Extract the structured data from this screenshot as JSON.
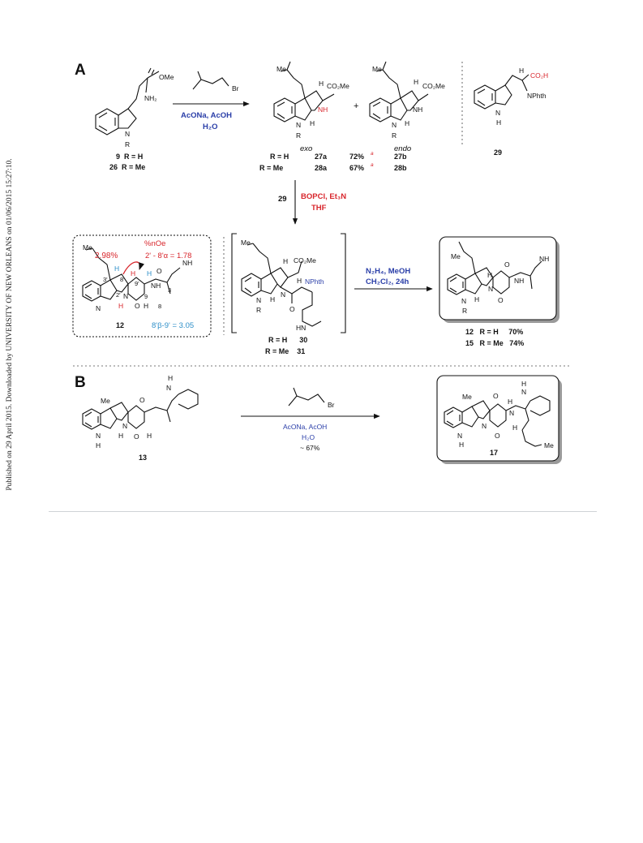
{
  "sidebar_note": "Published on 29 April 2015. Downloaded by UNIVERSITY OF NEW ORLEANS on 01/06/2015 15:27:10.",
  "colors": {
    "red": "#d8262c",
    "blue": "#2a3ea8",
    "cyan": "#2e8fc8",
    "ink": "#111111",
    "divider": "#999999"
  },
  "panel_a": {
    "letter": "A",
    "reagent1": {
      "line1": "AcONa, AcOH",
      "line2": "H₂O",
      "atom": "Br"
    },
    "sm": {
      "ester": "OMe",
      "amine": "NH₂",
      "nr": "N",
      "r": "R"
    },
    "labels": {
      "c9": "9  R = H",
      "c26": "26  R = Me"
    },
    "exo": {
      "me": "Me",
      "co2me": "CO₂Me",
      "h": "H",
      "nh": "NH",
      "n": "N",
      "h2": "H",
      "r": "R",
      "caption": "exo"
    },
    "plus": "+",
    "endo": {
      "me": "Me",
      "h": "H",
      "co2me": "CO₂Me",
      "nh": "NH",
      "n": "N",
      "h2": "H",
      "r": "R",
      "caption": "endo"
    },
    "table": {
      "rh": "R = H",
      "c27a": "27a",
      "y27a": "72%",
      "c27b": "27b",
      "rme": "R = Me",
      "c28a": "28a",
      "y28a": "67%",
      "c28b": "28b",
      "sup": "a"
    },
    "amino_acid": {
      "h": "H",
      "co2h": "CO₂H",
      "nphth": "NPhth",
      "nh": "N",
      "h2": "H",
      "label": "29"
    },
    "step2": {
      "number": "29",
      "line1": "BOPCl, Et₃N",
      "line2": "THF"
    },
    "product12": {
      "me": "Me",
      "pct": "2.98%",
      "noe": "%nOe",
      "noe_val": "2' - 8'α = 1.78",
      "h1": "H",
      "h2": "H",
      "h3": "H",
      "o1": "O",
      "nh": "NH",
      "o2": "O",
      "n1": "N",
      "n2": "N",
      "nh_ind": "NH",
      "h4": "H",
      "h5": "H",
      "l3p": "3'",
      "l8p": "8'",
      "l9p": "9'",
      "l2p": "2'",
      "l9": "9",
      "l3": "3",
      "l8": "8",
      "coupling": "8'β-9' = 3.05",
      "label": "12"
    },
    "intermediate": {
      "me": "Me",
      "h": "H",
      "co2me": "CO₂Me",
      "nphth": "NPhth",
      "n": "N",
      "h2": "H",
      "n2": "N",
      "h3": "H",
      "r": "R",
      "o": "O",
      "hn": "HN",
      "l30": "R = H      30",
      "l31": "R = Me    31"
    },
    "step3": {
      "line1": "N₂H₄, MeOH",
      "line2": "CH₂Cl₂, 24h"
    },
    "final": {
      "me": "Me",
      "o1": "O",
      "nh": "NH",
      "h": "H",
      "n": "N",
      "nh2": "NH",
      "n2": "N",
      "h2": "H",
      "o2": "O",
      "r": "R",
      "l12": "12   R = H     70%",
      "l15": "15   R = Me   74%"
    }
  },
  "panel_b": {
    "letter": "B",
    "sm": {
      "me": "Me",
      "o1": "O",
      "h": "H",
      "nh": "N",
      "n": "N",
      "h2": "H",
      "o2": "O",
      "nhb": "N",
      "h3": "H",
      "hh": "H",
      "label": "13"
    },
    "reagent": {
      "atom": "Br",
      "line1": "AcONa, AcOH",
      "line2": "H₂O",
      "yield": "~ 67%"
    },
    "product": {
      "me": "Me",
      "o1": "O",
      "h1": "H",
      "n": "N",
      "nh": "N",
      "h2": "H",
      "n2": "N",
      "o2": "O",
      "hn": "N",
      "h3": "H",
      "h4": "H",
      "me2": "Me",
      "label": "17"
    }
  }
}
